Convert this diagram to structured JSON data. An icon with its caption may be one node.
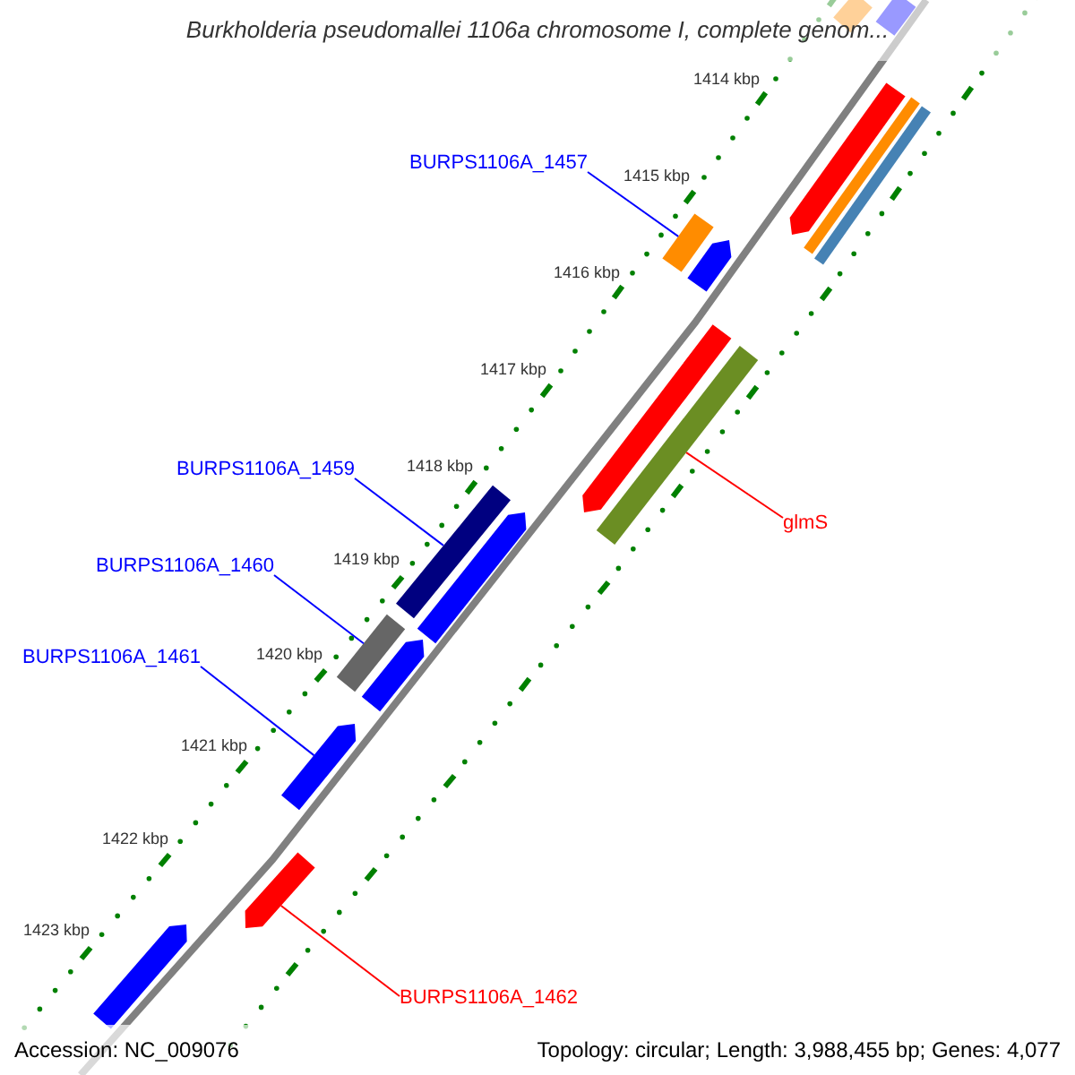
{
  "diagram": {
    "title": "Burkholderia pseudomallei 1106a chromosome I, complete genom...",
    "nodes": [
      {
        "text": [
          "BURPS1106A_1457"
        ]
      },
      {
        "text": [],
        "shape": "bar"
      },
      {
        "text": [
          "BURPS1106A_1459"
        ]
      },
      {
        "text": [],
        "shape": "bar"
      },
      {
        "text": [
          "BURPS1106A_1460"
        ]
      },
      {
        "text": [],
        "shape": "bar"
      },
      {
        "text": [
          "BURPS1106A_1461"
        ]
      },
      {
        "text": [],
        "shape": "arrow"
      },
      {
        "text": [
          "glmS"
        ]
      },
      {
        "text": [],
        "shape": "bar"
      },
      {
        "text": [
          "BURPS1106A_1462"
        ]
      },
      {
        "text": [],
        "shape": "arrow"
      },
      {
        "text": [],
        "shape": "bar"
      },
      {
        "text": [],
        "shape": "bar"
      },
      {
        "text": [],
        "shape": "arrow"
      },
      {
        "text": [],
        "shape": "bar"
      },
      {
        "text": [],
        "shape": "bar"
      },
      {
        "text": [],
        "shape": "arrow"
      },
      {
        "text": [],
        "shape": "arrow"
      },
      {
        "text": [],
        "shape": "arrow"
      },
      {
        "text": [],
        "shape": "arrow"
      },
      {
        "text": [],
        "shape": "arrow"
      }
    ],
    "edges": [
      {
        "from": 0,
        "to": 1,
        "arrow": "none"
      },
      {
        "from": 2,
        "to": 3,
        "arrow": "none"
      },
      {
        "from": 4,
        "to": 5,
        "arrow": "none"
      },
      {
        "from": 6,
        "to": 7,
        "arrow": "none"
      },
      {
        "from": 8,
        "to": 9,
        "arrow": "none",
        "color": "#ff0000"
      },
      {
        "from": 10,
        "to": 11,
        "arrow": "none",
        "color": "#ff0000"
      }
    ],
    "labels": [
      "1414 kbp",
      "1415 kbp",
      "1416 kbp",
      "1417 kbp",
      "1418 kbp",
      "1419 kbp",
      "1420 kbp",
      "1421 kbp",
      "1422 kbp",
      "1423 kbp",
      "Accession: NC_009076",
      "Topology: circular; Length: 3,988,455 bp; Genes: 4,077"
    ]
  }
}
